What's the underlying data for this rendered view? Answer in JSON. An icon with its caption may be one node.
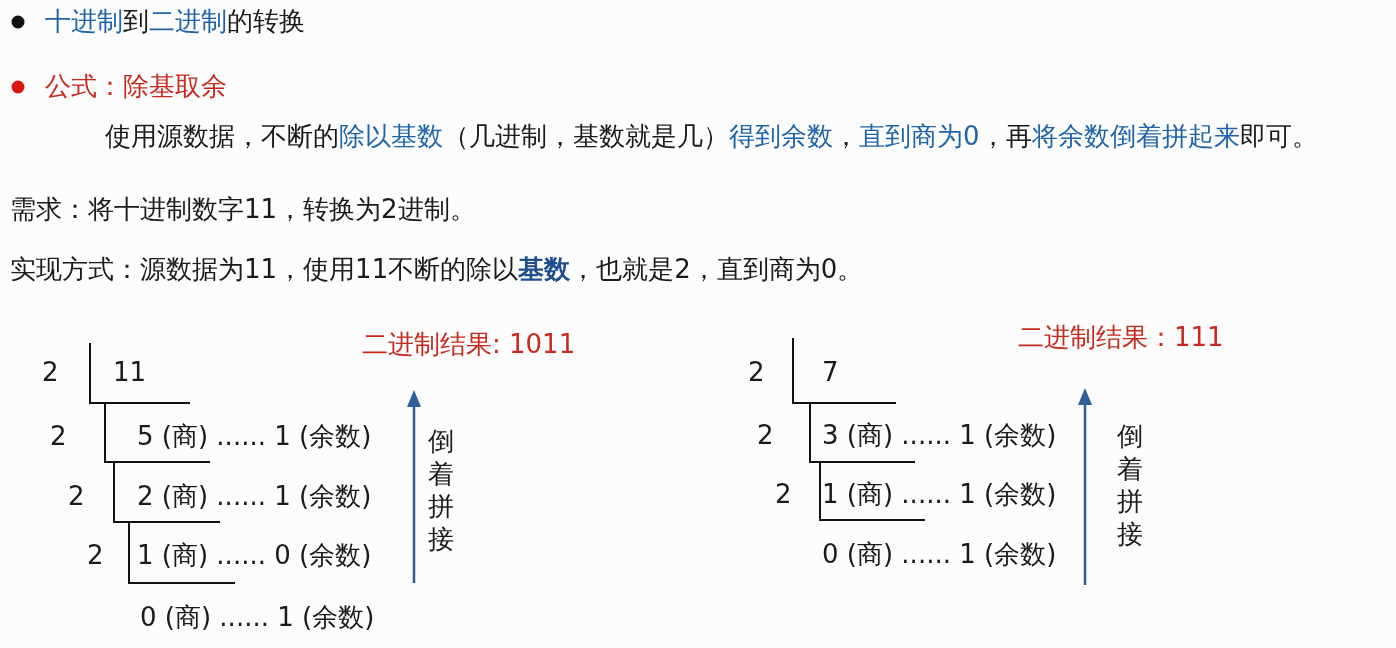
{
  "diagram": {
    "labels": [
      "十进制到二进制的转换",
      "公式：除基取余",
      "使用源数据，不断的除以基数（几进制，基数就是几）得到余数，直到商为0，再将余数倒着拼起来即可。",
      "需求：将十进制数字11，转换为2进制。",
      "实现方式：源数据为11，使用11不断的除以**基数**，也就是2，直到商为0。",
      "二进制结果: 1011",
      "二进制结果：111",
      "2",
      "11",
      "2",
      "5 (商) ...... 1 (余数)",
      "2",
      "2 (商) ...... 1 (余数)",
      "2",
      "1 (商) ...... 0 (余数)",
      "0 (商) ...... 1 (余数)",
      "倒着拼接",
      "2",
      "7",
      "2",
      "3 (商) ...... 1 (余数)",
      "2",
      "1 (商) ...... 1 (余数)",
      "0 (商) ...... 1 (余数)",
      "倒着拼接"
    ]
  }
}
